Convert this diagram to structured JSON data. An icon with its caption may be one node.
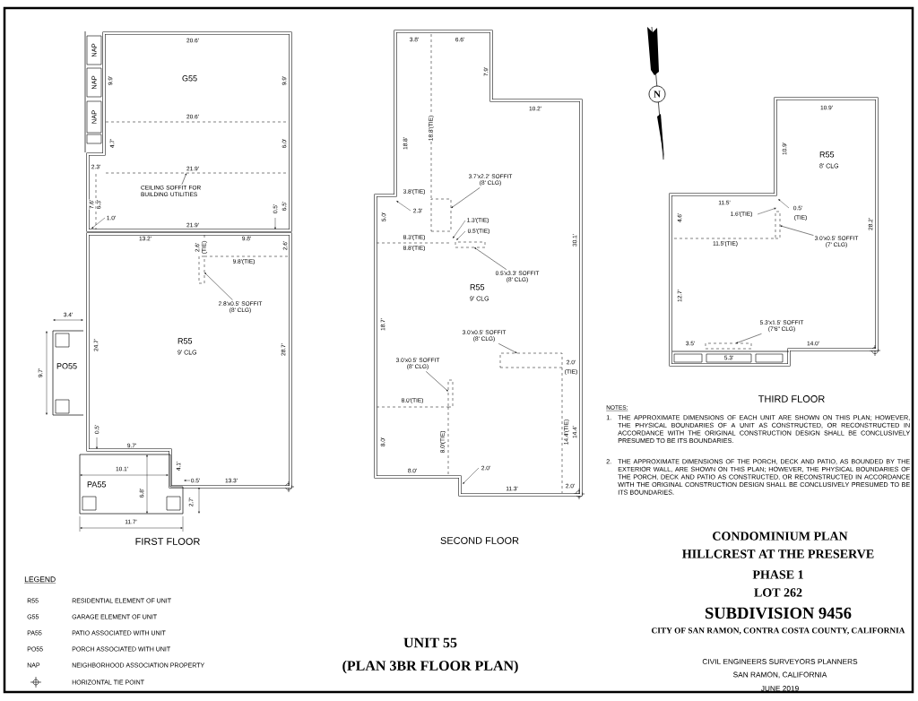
{
  "diagram": {
    "nodes": [
      {
        "text": [
          "G55"
        ]
      },
      {
        "text": [
          "NAP"
        ]
      },
      {
        "text": [
          "NAP"
        ]
      },
      {
        "text": [
          "NAP"
        ]
      },
      {
        "text": [],
        "shape": "box",
        "in": 0
      },
      {
        "text": [
          "CEILING SOFFIT FOR BUILDING UTILITIES"
        ],
        "in": 0
      },
      {
        "text": [
          "R55",
          "9' CLG"
        ]
      },
      {
        "text": [],
        "shape": "box",
        "in": 6
      },
      {
        "text": [
          "2.8'x0.5' SOFFIT",
          "(8' CLG)"
        ],
        "in": 6
      },
      {
        "text": [
          "PO55"
        ]
      },
      {
        "text": [
          "PA55"
        ]
      },
      {
        "text": [
          "R55",
          "9' CLG"
        ]
      },
      {
        "text": [],
        "shape": "box",
        "in": 11
      },
      {
        "text": [
          "3.7'x2.2' SOFFIT",
          "(8' CLG)"
        ],
        "in": 11
      },
      {
        "text": [],
        "shape": "box",
        "in": 11
      },
      {
        "text": [
          "0.5'x3.3' SOFFIT",
          "(8' CLG)"
        ],
        "in": 11
      },
      {
        "text": [],
        "shape": "box",
        "in": 11
      },
      {
        "text": [
          "3.0'x0.5' SOFFIT",
          "(8' CLG)"
        ],
        "in": 11
      },
      {
        "text": [],
        "shape": "box",
        "in": 11
      },
      {
        "text": [
          "3.0'x0.5' SOFFIT",
          "(8' CLG)"
        ],
        "in": 11
      },
      {
        "text": [
          "R55",
          "8' CLG"
        ]
      },
      {
        "text": [],
        "shape": "box",
        "in": 20
      },
      {
        "text": [
          "3.0'x0.5' SOFFIT",
          "(7' CLG)"
        ],
        "in": 20
      },
      {
        "text": [],
        "shape": "box",
        "in": 20
      },
      {
        "text": [
          "5.3'x1.5' SOFFIT",
          "(7'6\" CLG)"
        ],
        "in": 20
      }
    ],
    "edges": [
      {
        "from": 5,
        "to": 4,
        "arrow": "to"
      },
      {
        "from": 8,
        "to": 7,
        "arrow": "to"
      },
      {
        "from": 13,
        "to": 12,
        "arrow": "to"
      },
      {
        "from": 15,
        "to": 14,
        "arrow": "to"
      },
      {
        "from": 17,
        "to": 16,
        "arrow": "to"
      },
      {
        "from": 19,
        "to": 18,
        "arrow": "to"
      },
      {
        "from": 22,
        "to": 21,
        "arrow": "to"
      },
      {
        "from": 24,
        "to": 23,
        "arrow": "to"
      }
    ],
    "labels": [
      "20.6'",
      "9.9'",
      "9.9'",
      "20.6'",
      "4.7'",
      "6.0'",
      "2.3'",
      "21.9'",
      "7.6'",
      "6.3'",
      "1.0'",
      "0.5'",
      "6.5'",
      "21.9'",
      "13.2'",
      "2.6'",
      "(TIE)",
      "9.8'",
      "2.6'",
      "9.8'(TIE)",
      "3.4'",
      "24.7'",
      "28.7'",
      "9.7'",
      "0.5'",
      "9.7'",
      "10.1'",
      "4.1'",
      "0.5'",
      "13.3'",
      "6.8'",
      "2.7'",
      "11.7'",
      "FIRST FLOOR",
      "3.8'",
      "6.6'",
      "7.9'",
      "10.2'",
      "18.8'",
      "18.8'(TIE)",
      "3.8'(TIE)",
      "2.3'",
      "5.0'",
      "1.3'(TIE)",
      "0.5'(TIE)",
      "8.3'(TIE)",
      "8.8'(TIE)",
      "30.1'",
      "18.7'",
      "2.0'",
      "(TIE)",
      "8.0'(TIE)",
      "8.0'",
      "8.0'(TIE)",
      "14.4'(TIE)",
      "14.4'",
      "8.0'",
      "2.0'",
      "11.3'",
      "2.0'",
      "SECOND FLOOR",
      "N",
      "10.9'",
      "10.9'",
      "11.5'",
      "1.6'(TIE)",
      "0.5'",
      "(TIE)",
      "4.6'",
      "11.5'(TIE)",
      "28.2'",
      "12.7'",
      "3.5'",
      "14.0'",
      "5.3'",
      "THIRD FLOOR",
      "NOTES:",
      "1.",
      "THE APPROXIMATE DIMENSIONS OF EACH UNIT ARE SHOWN ON THIS PLAN; HOWEVER, THE PHYSICAL BOUNDARIES OF A UNIT AS CONSTRUCTED, OR RECONSTRUCTED IN ACCORDANCE WITH THE ORIGINAL CONSTRUCTION DESIGN SHALL BE CONCLUSIVELY PRESUMED TO BE ITS BOUNDARIES.",
      "2.",
      "THE APPROXIMATE DIMENSIONS OF THE PORCH, DECK AND PATIO, AS BOUNDED BY THE EXTERIOR WALL, ARE SHOWN ON THIS PLAN; HOWEVER, THE PHYSICAL BOUNDARIES OF THE PORCH, DECK AND PATIO AS CONSTRUCTED, OR RECONSTRUCTED IN ACCORDANCE WITH THE ORIGINAL CONSTRUCTION DESIGN SHALL BE CONCLUSIVELY PRESUMED TO BE ITS BOUNDARIES.",
      "LEGEND",
      "R55",
      "RESIDENTIAL ELEMENT OF UNIT",
      "G55",
      "GARAGE ELEMENT OF UNIT",
      "PA55",
      "PATIO ASSOCIATED WITH UNIT",
      "PO55",
      "PORCH ASSOCIATED WITH UNIT",
      "NAP",
      "NEIGHBORHOOD ASSOCIATION PROPERTY",
      "UNIT 55",
      "(PLAN 3BR FLOOR PLAN)",
      "CONDOMINIUM PLAN",
      "HILLCREST AT THE PRESERVE",
      "PHASE 1",
      "LOT 262",
      "SUBDIVISION 9456",
      "CITY OF SAN RAMON, CONTRA COSTA COUNTY, CALIFORNIA",
      "CIVIL ENGINEERS SURVEYORS PLANNERS",
      "SAN RAMON, CALIFORNIA",
      "JUNE 2019"
    ],
    "legend": [
      {
        "text": "HORIZONTAL TIE POINT"
      }
    ]
  }
}
